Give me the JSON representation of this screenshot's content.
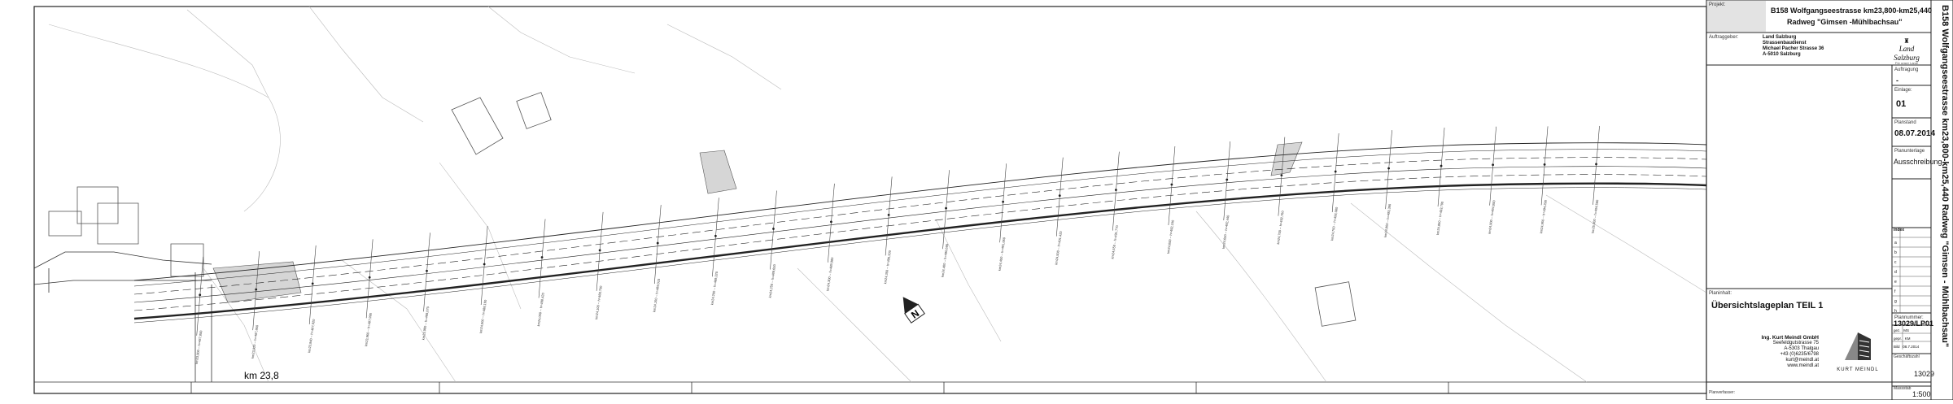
{
  "drawing": {
    "km_label": "km 23,8",
    "north_label": "N",
    "station_labels": [
      "km23,900 -- h=487,800",
      "km23,920 -- h=487,860",
      "km23,940 -- h=487,920",
      "km23,960 -- h=487,990",
      "km23,980 -- h=488,070",
      "km24,000 -- h=488,160",
      "km24,050 -- h=488,420",
      "km24,100 -- h=488,700",
      "km24,150 -- h=489,010",
      "km24,200 -- h=489,320",
      "km24,250 -- h=489,650",
      "km24,300 -- h=489,980",
      "km24,350 -- h=490,330",
      "km24,400 -- h=490,690",
      "km24,450 -- h=491,060",
      "km24,500 -- h=491,420",
      "km24,550 -- h=491,770",
      "km24,600 -- h=492,100",
      "km24,650 -- h=492,440",
      "km24,700 -- h=492,760",
      "km24,750 -- h=493,080",
      "km24,800 -- h=493,390",
      "km24,850 -- h=493,700",
      "km24,900 -- h=494,000",
      "km24,950 -- h=494,290",
      "km25,000 -- h=494,580"
    ]
  },
  "title_block": {
    "project_label": "Projekt:",
    "project_line1": "B158 Wolfgangseestrasse km23,800-km25,440",
    "project_line2": "Radweg \"Gimsen -Mühlbachsau\"",
    "client_label": "Auftraggeber:",
    "client_lines": [
      "Land Salzburg",
      "Strassenbaudienst",
      "Michael Pacher Strasse 36",
      "A-5010 Salzburg"
    ],
    "logo_land": "Land Salzburg",
    "logo_land_sub": "Für unser Land!",
    "auftrag_label": "Auftragung",
    "auftrag_value": "-",
    "einlage_label": "Einlage:",
    "einlage_value": "01",
    "planstand_label": "Planstand",
    "planstand_value": "08.07.2014",
    "planunterlage_label": "Planunterlage",
    "planunterlage_value": "Ausschreibung",
    "index_label": "Index",
    "index_rows": [
      "a",
      "b",
      "c",
      "d",
      "e",
      "f",
      "g",
      "h"
    ],
    "planinhalt_label": "Planinhalt:",
    "planinhalt_value": "Übersichtslageplan  TEIL 1",
    "vertical_title": "B158 Wolfgangseestrasse km23,800-km25,440 Radweg \"Gimsen - Mühlbachsau\"",
    "company_name": "Ing. Kurt Meindl GmbH",
    "company_lines": [
      "Seefeldgutstrasse 75",
      "A-5303 Thalgau",
      "+43 (0)6235/6798",
      "kurt@meindl.at",
      "www.meindl.at"
    ],
    "logo_company": "KURT MEINDL",
    "plannummer_label": "Plannummer:",
    "plannummer_value": "13029/LP01",
    "sign_rows": [
      {
        "label": "gez.",
        "value": "MS"
      },
      {
        "label": "gepr.",
        "value": "KM"
      },
      {
        "label": "Bild",
        "value": "08.7.2014"
      }
    ],
    "geschaeftszahl_label": "Geschäftszahl",
    "geschaeftszahl_value": "13029",
    "massstab_label": "Massstab",
    "massstab_value": "1:500",
    "planverfasser_label": "Planverfasser:"
  }
}
